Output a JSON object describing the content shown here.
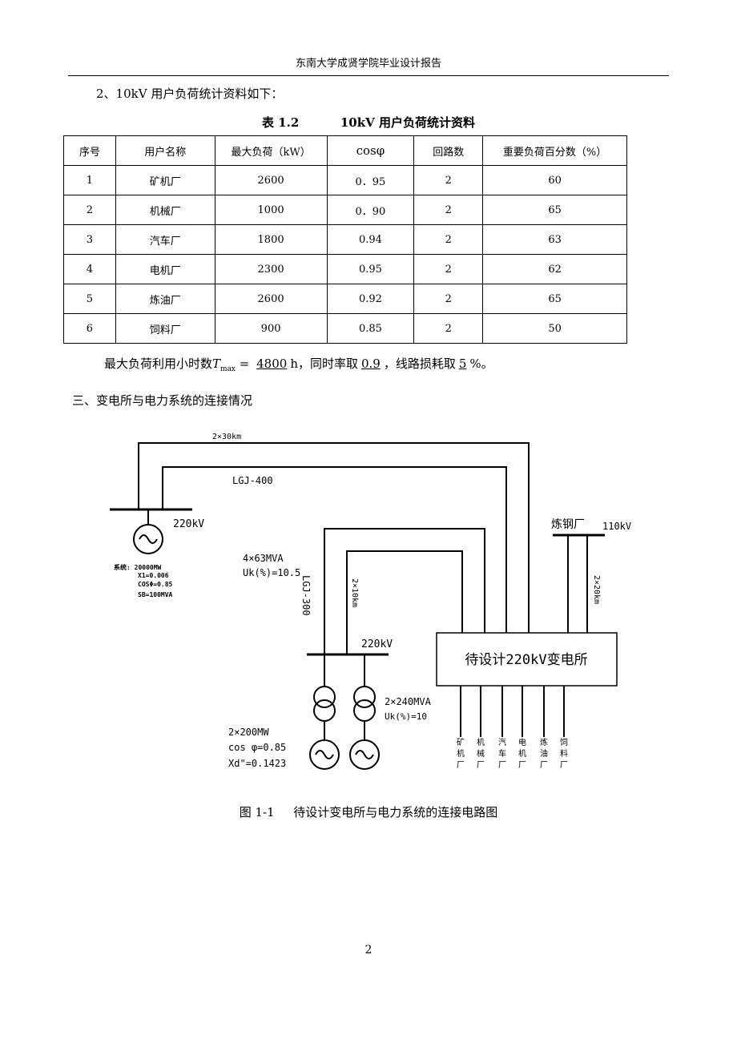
{
  "header": {
    "title": "东南大学成贤学院毕业设计报告"
  },
  "section2": {
    "heading": "2、10kV 用户负荷统计资料如下："
  },
  "table": {
    "caption_label": "表 1.2",
    "caption_title": "10kV 用户负荷统计资料",
    "columns": [
      "序号",
      "用户名称",
      "最大负荷（kW）",
      "cosφ",
      "回路数",
      "重要负荷百分数（%）"
    ],
    "rows": [
      [
        "1",
        "矿机厂",
        "2600",
        "0．95",
        "2",
        "60"
      ],
      [
        "2",
        "机械厂",
        "1000",
        "0．90",
        "2",
        "65"
      ],
      [
        "3",
        "汽车厂",
        "1800",
        "0.94",
        "2",
        "63"
      ],
      [
        "4",
        "电机厂",
        "2300",
        "0.95",
        "2",
        "62"
      ],
      [
        "5",
        "炼油厂",
        "2600",
        "0.92",
        "2",
        "65"
      ],
      [
        "6",
        "饲料厂",
        "900",
        "0.85",
        "2",
        "50"
      ]
    ]
  },
  "note": {
    "prefix": "最大负荷利用小时数",
    "t_symbol": "T",
    "t_sub": "max",
    "eq": " = ",
    "tmax_value": "4800",
    "tmax_unit": "h，同时率取",
    "simul_value": "0.9",
    "mid": "，线路损耗取",
    "loss_value": "5",
    "suffix": "%。"
  },
  "section3": {
    "heading": "三、变电所与电力系统的连接情况"
  },
  "diagram": {
    "top_line_label": "2×30km",
    "lgj400_label": "LGJ-400",
    "sys_bus_voltage": "220kV",
    "sys_params": [
      "系统: 20000MW",
      "X1=0.006",
      "COSΦ=0.85",
      "SB=100MVA"
    ],
    "transformer_label_1": "4×63MVA",
    "transformer_label_2": "Uk(%)=10.5",
    "lgj300_label": "LGJ-300",
    "line_10km_label": "2×10km",
    "plant_bus_voltage": "220kV",
    "gen_transformer_1": "2×240MVA",
    "gen_transformer_2": "Uk(%)=10",
    "gen_params": [
      "2×200MW",
      "cos φ=0.85",
      "Xd\"=0.1423"
    ],
    "steel_plant": "炼钢厂",
    "steel_voltage": "110kV",
    "line_20km_label": "2×20km",
    "substation_label": "待设计220kV变电所",
    "feeders": [
      [
        "矿",
        "机",
        "厂"
      ],
      [
        "机",
        "械",
        "厂"
      ],
      [
        "汽",
        "车",
        "厂"
      ],
      [
        "电",
        "机",
        "厂"
      ],
      [
        "炼",
        "油",
        "厂"
      ],
      [
        "饲",
        "料",
        "厂"
      ]
    ]
  },
  "figure": {
    "label": "图 1-1",
    "title": "待设计变电所与电力系统的连接电路图"
  },
  "page_number": "2"
}
